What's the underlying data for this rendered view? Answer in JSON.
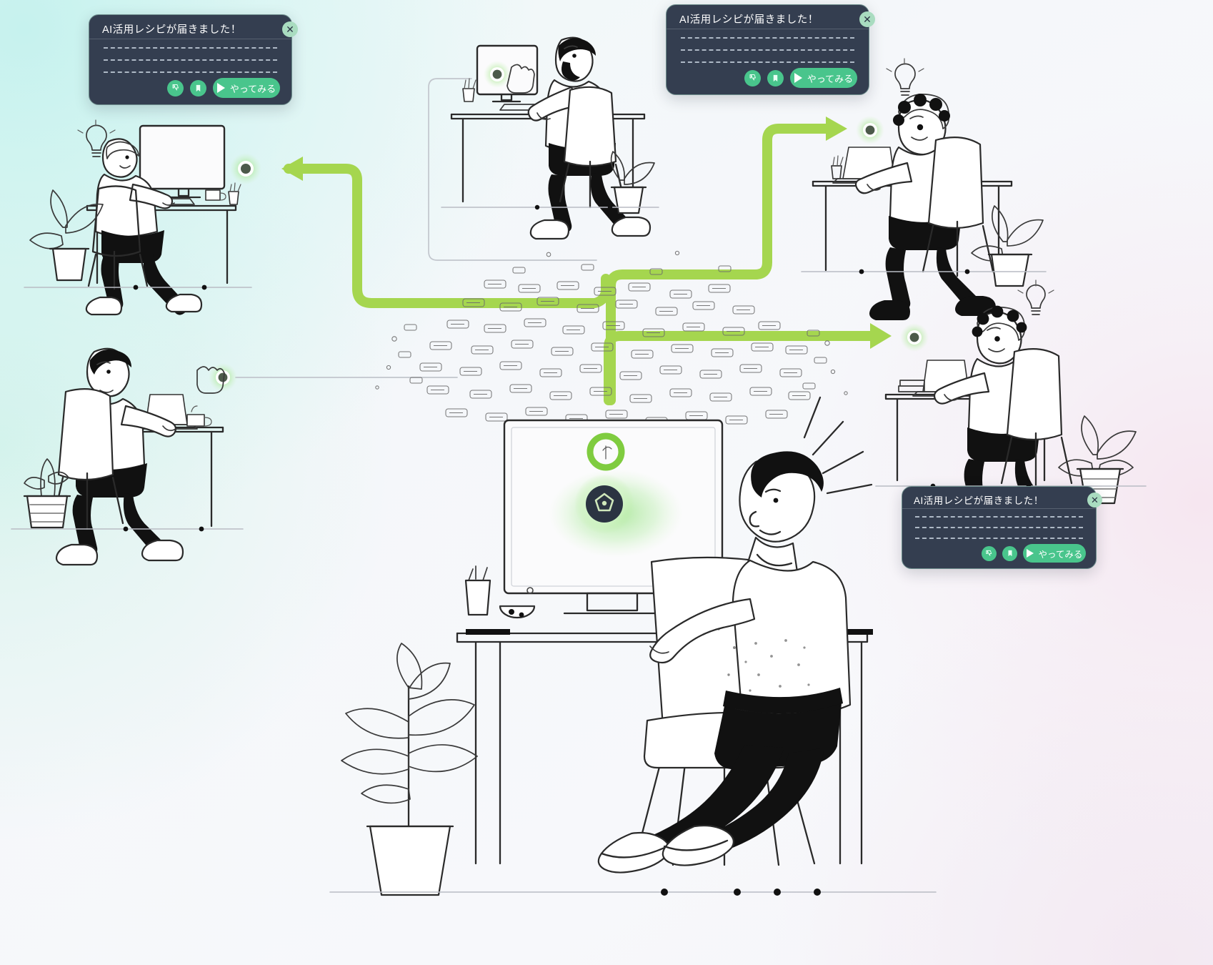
{
  "scene": {
    "title": "AI recipe distribution concept illustration",
    "background_colors": {
      "teal_wash": "#c6f2ee",
      "pink_wash": "#f6e6f0",
      "base": "#f7f8fb"
    },
    "accent_colors": {
      "flow_green": "#a5d64f",
      "button_green": "#49c58c",
      "card_navy": "#343e50",
      "card_border": "#6f8f8e",
      "close_mint": "#a9dcc0",
      "ink": "#2a2a2a"
    }
  },
  "notification_cards": [
    {
      "id": "card-top-left",
      "title": "AI活用レシピが届きました！",
      "body_lines": [
        "",
        "",
        ""
      ],
      "actions": {
        "feedback_icon": "thumbs-down-icon",
        "bookmark_icon": "bookmark-icon",
        "cta_label": "やってみる",
        "cta_icon": "play-triangle-icon"
      },
      "close_label": "✕"
    },
    {
      "id": "card-top-right",
      "title": "AI活用レシピが届きました！",
      "body_lines": [
        "",
        "",
        ""
      ],
      "actions": {
        "feedback_icon": "thumbs-down-icon",
        "bookmark_icon": "bookmark-icon",
        "cta_label": "やってみる",
        "cta_icon": "play-triangle-icon"
      },
      "close_label": "✕"
    },
    {
      "id": "card-bot-right",
      "title": "AI活用レシピが届きました！",
      "body_lines": [
        "",
        "",
        ""
      ],
      "actions": {
        "feedback_icon": "thumbs-down-icon",
        "bookmark_icon": "bookmark-icon",
        "cta_label": "やってみる",
        "cta_icon": "play-triangle-icon"
      },
      "close_label": "✕"
    }
  ],
  "workers": [
    {
      "id": "worker-top-left",
      "description": "older man at desktop monitor with lightbulb idea icon"
    },
    {
      "id": "worker-top-center",
      "description": "bearded man at desktop monitor with cursor icon"
    },
    {
      "id": "worker-top-right",
      "description": "curly-haired woman at laptop with lightbulb idea icon"
    },
    {
      "id": "worker-mid-left",
      "description": "man at laptop with coffee cup and cursor icon"
    },
    {
      "id": "worker-mid-right",
      "description": "woman at laptop with lightbulb idea icon"
    },
    {
      "id": "worker-main",
      "description": "young man seated looking up at large monitor"
    }
  ],
  "flow_arrows": [
    {
      "id": "flow-to-top-left",
      "from": "ai-hub",
      "to": "worker-top-left",
      "color": "#a5d64f"
    },
    {
      "id": "flow-to-top-right",
      "from": "ai-hub",
      "to": "worker-top-right",
      "color": "#a5d64f"
    },
    {
      "id": "flow-to-mid-right",
      "from": "ai-hub",
      "to": "worker-mid-right",
      "color": "#a5d64f"
    }
  ],
  "guide_lines": [
    {
      "id": "guide-top-center",
      "from": "worker-top-center",
      "to": "ai-hub"
    },
    {
      "id": "guide-mid-left",
      "from": "worker-mid-left",
      "to": "ai-hub"
    }
  ],
  "hub": {
    "id": "ai-hub",
    "icon": "ai-badge-icon",
    "description": "glowing AI badge on main monitor emitting a cloud of chat bubbles"
  }
}
